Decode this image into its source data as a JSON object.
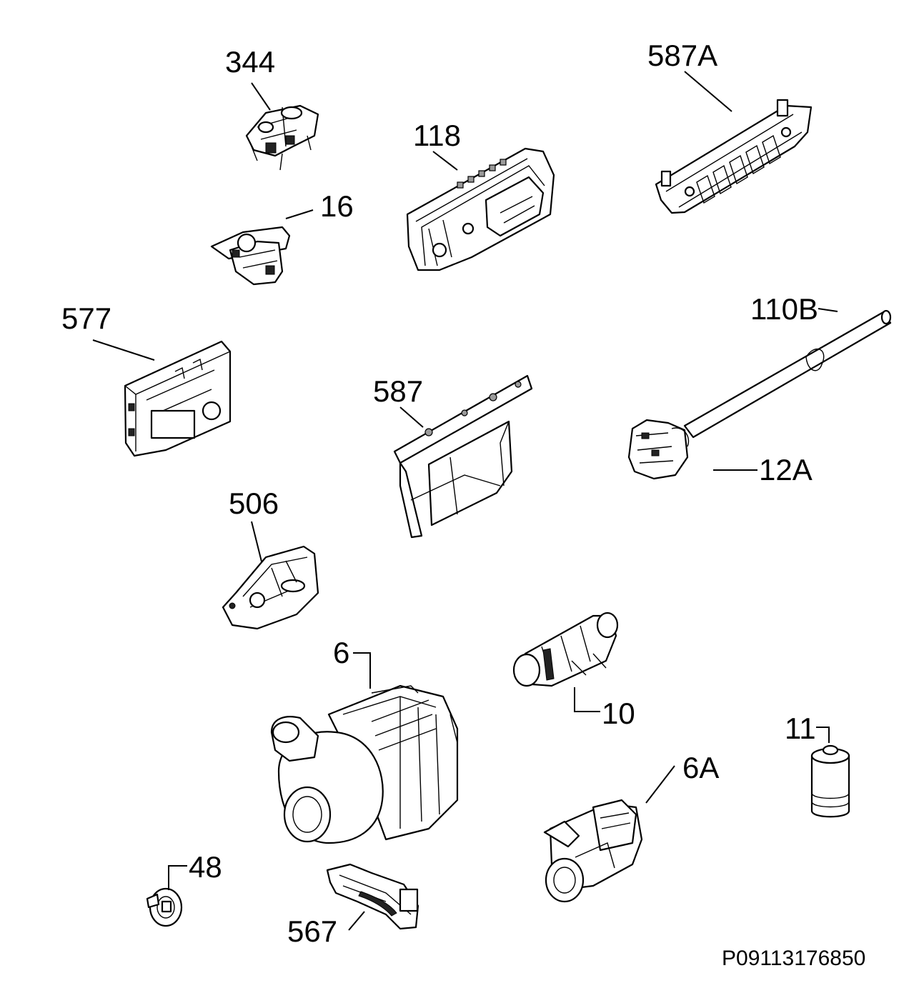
{
  "parts": [
    {
      "id": "344",
      "label": "344"
    },
    {
      "id": "587A",
      "label": "587A"
    },
    {
      "id": "118",
      "label": "118"
    },
    {
      "id": "16",
      "label": "16"
    },
    {
      "id": "110B",
      "label": "110B"
    },
    {
      "id": "577",
      "label": "577"
    },
    {
      "id": "587",
      "label": "587"
    },
    {
      "id": "12A",
      "label": "12A"
    },
    {
      "id": "506",
      "label": "506"
    },
    {
      "id": "6",
      "label": "6"
    },
    {
      "id": "10",
      "label": "10"
    },
    {
      "id": "11",
      "label": "11"
    },
    {
      "id": "6A",
      "label": "6A"
    },
    {
      "id": "48",
      "label": "48"
    },
    {
      "id": "567",
      "label": "567"
    }
  ],
  "reference_code": "P09113176850"
}
